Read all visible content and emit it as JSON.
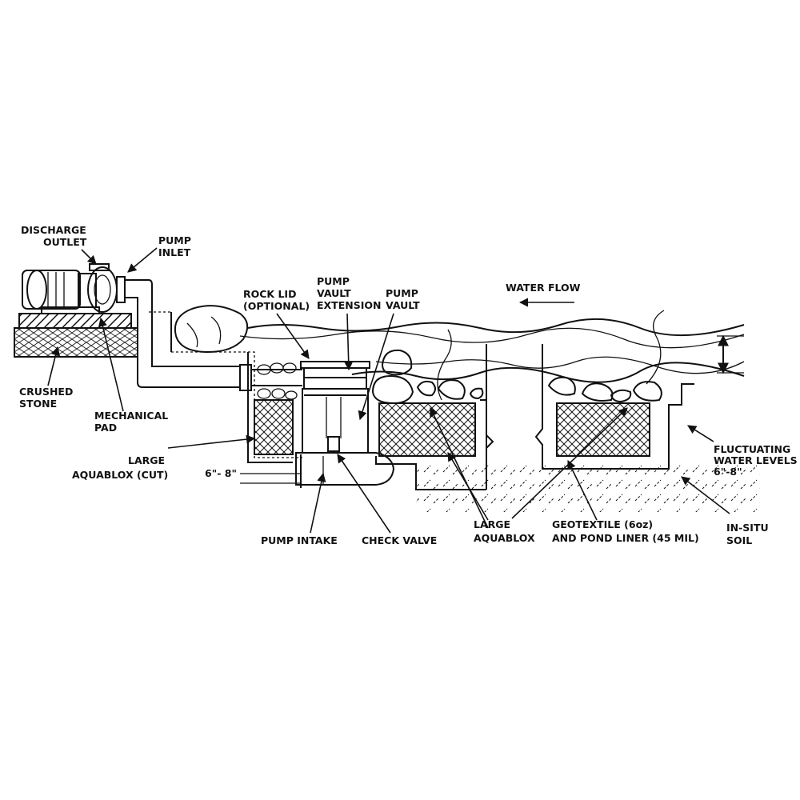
{
  "labels": {
    "discharge_outlet": [
      "DISCHARGE",
      "OUTLET"
    ],
    "pump_inlet": [
      "PUMP",
      "INLET"
    ],
    "rock_lid": [
      "ROCK LID",
      "(OPTIONAL)"
    ],
    "pump_vault_extension": [
      "PUMP",
      "VAULT",
      "EXTENSION"
    ],
    "pump_vault": [
      "PUMP",
      "VAULT"
    ],
    "water_flow": "WATER FLOW",
    "crushed_stone": [
      "CRUSHED",
      "STONE"
    ],
    "mechanical_pad": [
      "MECHANICAL",
      "PAD"
    ],
    "large_aquablox_cut": [
      "LARGE",
      "AQUABLOX (CUT)"
    ],
    "depth": "6\"- 8\"",
    "pump_intake": "PUMP INTAKE",
    "check_valve": "CHECK VALVE",
    "large_aquablox": [
      "LARGE",
      "AQUABLOX"
    ],
    "geotextile": [
      "GEOTEXTILE (6oz)",
      "AND POND LINER (45 MIL)"
    ],
    "fluctuating": [
      "FLUCTUATING",
      "WATER LEVELS",
      "6\"-8\""
    ],
    "in_situ_soil": [
      "IN-SITU",
      "SOIL"
    ]
  }
}
